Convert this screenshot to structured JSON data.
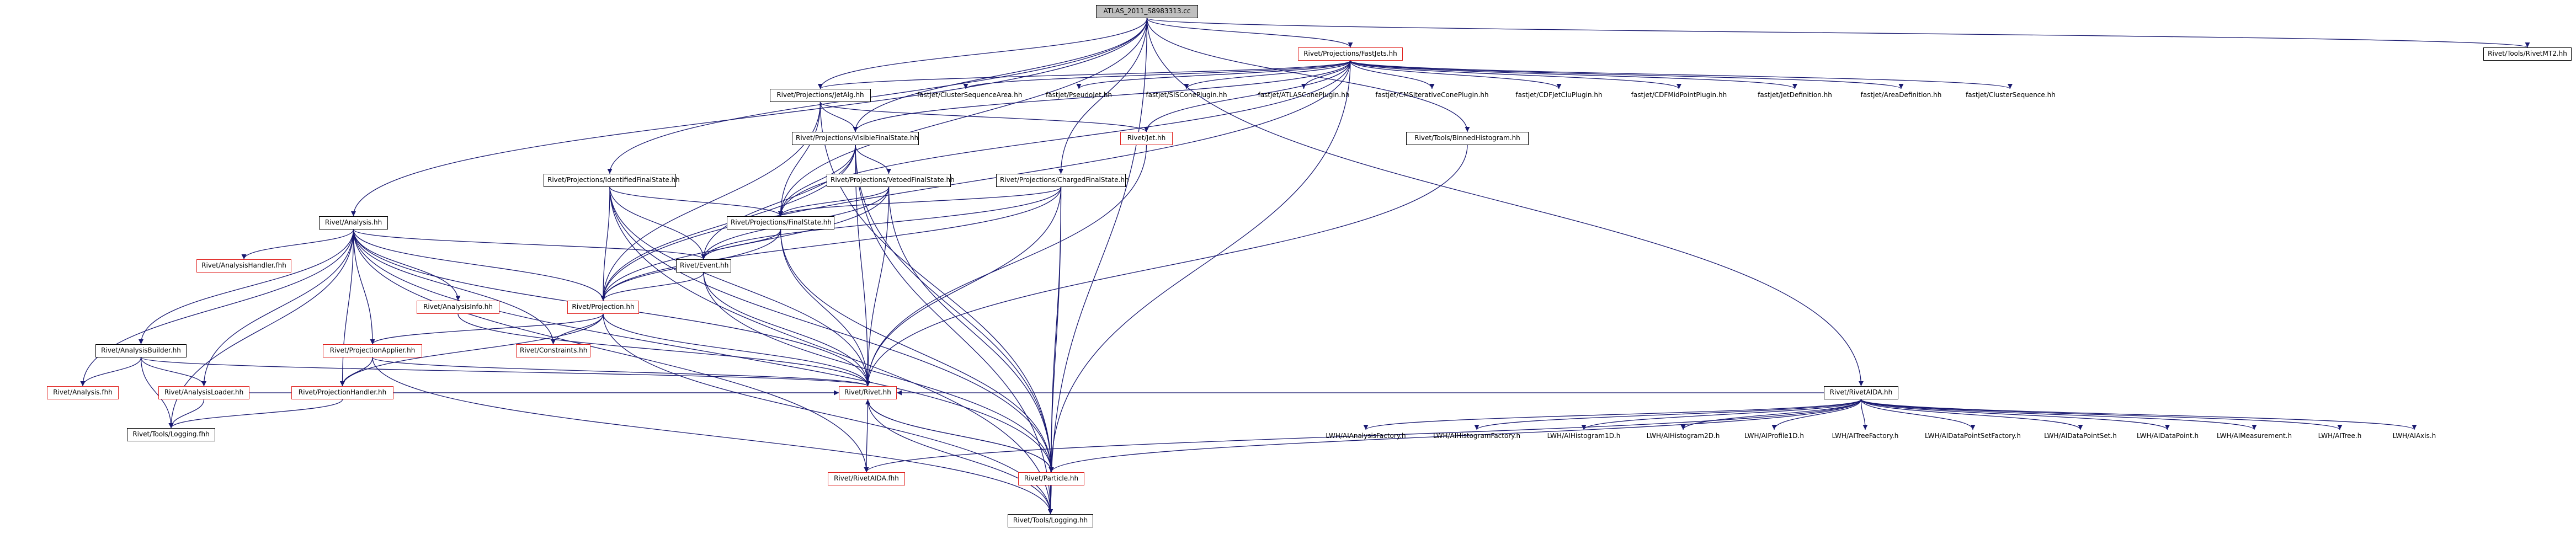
{
  "colors": {
    "edge": "#191970",
    "link_border": "#e0211e",
    "root_fill": "#bfbfbf"
  },
  "nodes": {
    "atlas": "ATLAS_2011_S8983313.cc",
    "fastjets": "Rivet/Projections/FastJets.hh",
    "rivetmt2": "Rivet/Tools/RivetMT2.hh",
    "jetalg": "Rivet/Projections/JetAlg.hh",
    "cluster_seq_area": "fastjet/ClusterSequenceArea.hh",
    "pseudojet": "fastjet/PseudoJet.hh",
    "siscone": "fastjet/SISConePlugin.hh",
    "atlascone": "fastjet/ATLASConePlugin.hh",
    "cmsiter": "fastjet/CMSIterativeConePlugin.hh",
    "cdfjetclu": "fastjet/CDFJetCluPlugin.hh",
    "cdfmidpoint": "fastjet/CDFMidPointPlugin.hh",
    "jetdef": "fastjet/JetDefinition.hh",
    "areadef": "fastjet/AreaDefinition.hh",
    "clusterseq": "fastjet/ClusterSequence.hh",
    "visiblefs": "Rivet/Projections/VisibleFinalState.hh",
    "rivetjet": "Rivet/Jet.hh",
    "binnedhisto": "Rivet/Tools/BinnedHistogram.hh",
    "identifiedfs": "Rivet/Projections/IdentifiedFinalState.hh",
    "vetoedfs": "Rivet/Projections/VetoedFinalState.hh",
    "chargedfs": "Rivet/Projections/ChargedFinalState.hh",
    "analysis": "Rivet/Analysis.hh",
    "finalstate": "Rivet/Projections/FinalState.hh",
    "analysishandler": "Rivet/AnalysisHandler.fhh",
    "event": "Rivet/Event.hh",
    "analysisinfo": "Rivet/AnalysisInfo.hh",
    "projection": "Rivet/Projection.hh",
    "projapplier": "Rivet/ProjectionApplier.hh",
    "constraints": "Rivet/Constraints.hh",
    "analysisbuilder": "Rivet/AnalysisBuilder.hh",
    "analysisfhh": "Rivet/Analysis.fhh",
    "analysisloader": "Rivet/AnalysisLoader.hh",
    "projhandler": "Rivet/ProjectionHandler.hh",
    "toolslogfhh": "Rivet/Tools/Logging.fhh",
    "rivethh": "Rivet/Rivet.hh",
    "rivetaidafhh": "Rivet/RivetAIDA.fhh",
    "particle": "Rivet/Particle.hh",
    "toolslog": "Rivet/Tools/Logging.hh",
    "rivetaidahh": "Rivet/RivetAIDA.hh",
    "lwh_af": "LWH/AIAnalysisFactory.h",
    "lwh_hf": "LWH/AIHistogramFactory.h",
    "lwh_h1": "LWH/AIHistogram1D.h",
    "lwh_h2": "LWH/AIHistogram2D.h",
    "lwh_p1": "LWH/AIProfile1D.h",
    "lwh_tf": "LWH/AITreeFactory.h",
    "lwh_dpsf": "LWH/AIDataPointSetFactory.h",
    "lwh_dps": "LWH/AIDataPointSet.h",
    "lwh_dp": "LWH/AIDataPoint.h",
    "lwh_meas": "LWH/AIMeasurement.h",
    "lwh_tree": "LWH/AITree.h",
    "lwh_axis": "LWH/AIAxis.h"
  },
  "edges": [
    [
      "atlas",
      "fastjets"
    ],
    [
      "atlas",
      "rivetmt2"
    ],
    [
      "atlas",
      "analysis"
    ],
    [
      "atlas",
      "jetalg"
    ],
    [
      "atlas",
      "visiblefs"
    ],
    [
      "atlas",
      "identifiedfs"
    ],
    [
      "atlas",
      "finalstate"
    ],
    [
      "atlas",
      "chargedfs"
    ],
    [
      "atlas",
      "binnedhisto"
    ],
    [
      "atlas",
      "rivetaidahh"
    ],
    [
      "atlas",
      "toolslog"
    ],
    [
      "fastjets",
      "jetalg"
    ],
    [
      "fastjets",
      "cluster_seq_area"
    ],
    [
      "fastjets",
      "pseudojet"
    ],
    [
      "fastjets",
      "siscone"
    ],
    [
      "fastjets",
      "atlascone"
    ],
    [
      "fastjets",
      "cmsiter"
    ],
    [
      "fastjets",
      "cdfjetclu"
    ],
    [
      "fastjets",
      "cdfmidpoint"
    ],
    [
      "fastjets",
      "jetdef"
    ],
    [
      "fastjets",
      "areadef"
    ],
    [
      "fastjets",
      "clusterseq"
    ],
    [
      "fastjets",
      "rivetjet"
    ],
    [
      "fastjets",
      "visiblefs"
    ],
    [
      "fastjets",
      "finalstate"
    ],
    [
      "fastjets",
      "projection"
    ],
    [
      "fastjets",
      "particle"
    ],
    [
      "jetalg",
      "visiblefs"
    ],
    [
      "jetalg",
      "rivetjet"
    ],
    [
      "jetalg",
      "finalstate"
    ],
    [
      "jetalg",
      "projection"
    ],
    [
      "jetalg",
      "particle"
    ],
    [
      "visiblefs",
      "vetoedfs"
    ],
    [
      "visiblefs",
      "finalstate"
    ],
    [
      "visiblefs",
      "event"
    ],
    [
      "visiblefs",
      "projection"
    ],
    [
      "visiblefs",
      "rivethh"
    ],
    [
      "visiblefs",
      "particle"
    ],
    [
      "visiblefs",
      "toolslog"
    ],
    [
      "rivetjet",
      "rivethh"
    ],
    [
      "binnedhisto",
      "rivethh"
    ],
    [
      "identifiedfs",
      "finalstate"
    ],
    [
      "identifiedfs",
      "event"
    ],
    [
      "identifiedfs",
      "projection"
    ],
    [
      "identifiedfs",
      "rivethh"
    ],
    [
      "identifiedfs",
      "particle"
    ],
    [
      "identifiedfs",
      "toolslog"
    ],
    [
      "vetoedfs",
      "finalstate"
    ],
    [
      "vetoedfs",
      "event"
    ],
    [
      "vetoedfs",
      "projection"
    ],
    [
      "vetoedfs",
      "rivethh"
    ],
    [
      "vetoedfs",
      "particle"
    ],
    [
      "chargedfs",
      "finalstate"
    ],
    [
      "chargedfs",
      "event"
    ],
    [
      "chargedfs",
      "projection"
    ],
    [
      "chargedfs",
      "rivethh"
    ],
    [
      "chargedfs",
      "particle"
    ],
    [
      "chargedfs",
      "toolslog"
    ],
    [
      "analysis",
      "analysishandler"
    ],
    [
      "analysis",
      "event"
    ],
    [
      "analysis",
      "projection"
    ],
    [
      "analysis",
      "analysisinfo"
    ],
    [
      "analysis",
      "constraints"
    ],
    [
      "analysis",
      "projapplier"
    ],
    [
      "analysis",
      "analysisbuilder"
    ],
    [
      "analysis",
      "analysisfhh"
    ],
    [
      "analysis",
      "analysisloader"
    ],
    [
      "analysis",
      "projhandler"
    ],
    [
      "analysis",
      "toolslogfhh"
    ],
    [
      "analysis",
      "rivethh"
    ],
    [
      "analysis",
      "rivetaidafhh"
    ],
    [
      "analysis",
      "particle"
    ],
    [
      "finalstate",
      "event"
    ],
    [
      "finalstate",
      "projection"
    ],
    [
      "finalstate",
      "rivethh"
    ],
    [
      "finalstate",
      "particle"
    ],
    [
      "event",
      "projection"
    ],
    [
      "event",
      "rivethh"
    ],
    [
      "event",
      "particle"
    ],
    [
      "analysisinfo",
      "rivethh"
    ],
    [
      "projection",
      "projapplier"
    ],
    [
      "projection",
      "constraints"
    ],
    [
      "projection",
      "projhandler"
    ],
    [
      "projection",
      "rivethh"
    ],
    [
      "projection",
      "toolslog"
    ],
    [
      "projapplier",
      "projhandler"
    ],
    [
      "projapplier",
      "rivethh"
    ],
    [
      "projapplier",
      "toolslog"
    ],
    [
      "analysisbuilder",
      "analysisfhh"
    ],
    [
      "analysisbuilder",
      "analysisloader"
    ],
    [
      "analysisbuilder",
      "toolslogfhh"
    ],
    [
      "analysisbuilder",
      "rivethh"
    ],
    [
      "analysisloader",
      "toolslogfhh"
    ],
    [
      "analysisloader",
      "rivethh"
    ],
    [
      "projhandler",
      "toolslogfhh"
    ],
    [
      "projhandler",
      "rivethh"
    ],
    [
      "rivethh",
      "rivetaidafhh"
    ],
    [
      "rivethh",
      "particle"
    ],
    [
      "rivethh",
      "toolslog"
    ],
    [
      "particle",
      "rivethh"
    ],
    [
      "particle",
      "toolslog"
    ],
    [
      "rivetaidahh",
      "rivethh"
    ],
    [
      "rivetaidahh",
      "rivetaidafhh"
    ],
    [
      "rivetaidahh",
      "particle"
    ],
    [
      "rivetaidahh",
      "lwh_af"
    ],
    [
      "rivetaidahh",
      "lwh_hf"
    ],
    [
      "rivetaidahh",
      "lwh_h1"
    ],
    [
      "rivetaidahh",
      "lwh_h2"
    ],
    [
      "rivetaidahh",
      "lwh_p1"
    ],
    [
      "rivetaidahh",
      "lwh_tf"
    ],
    [
      "rivetaidahh",
      "lwh_dpsf"
    ],
    [
      "rivetaidahh",
      "lwh_dps"
    ],
    [
      "rivetaidahh",
      "lwh_dp"
    ],
    [
      "rivetaidahh",
      "lwh_meas"
    ],
    [
      "rivetaidahh",
      "lwh_tree"
    ],
    [
      "rivetaidahh",
      "lwh_axis"
    ]
  ]
}
